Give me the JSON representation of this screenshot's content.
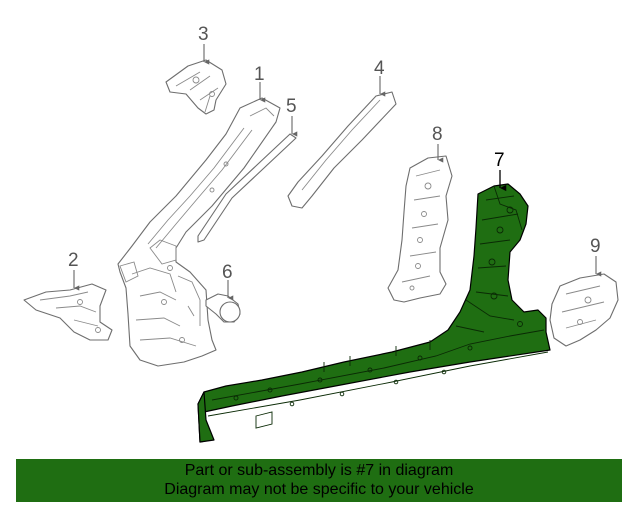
{
  "callouts": {
    "c1": "1",
    "c2": "2",
    "c3": "3",
    "c4": "4",
    "c5": "5",
    "c6": "6",
    "c7": "7",
    "c8": "8",
    "c9": "9"
  },
  "banner": {
    "line1": "Part or sub-assembly is #7 in diagram",
    "line2": "Diagram may not be specific to your vehicle",
    "color": "#1f6e12"
  },
  "highlight_color": "#1f6e12"
}
